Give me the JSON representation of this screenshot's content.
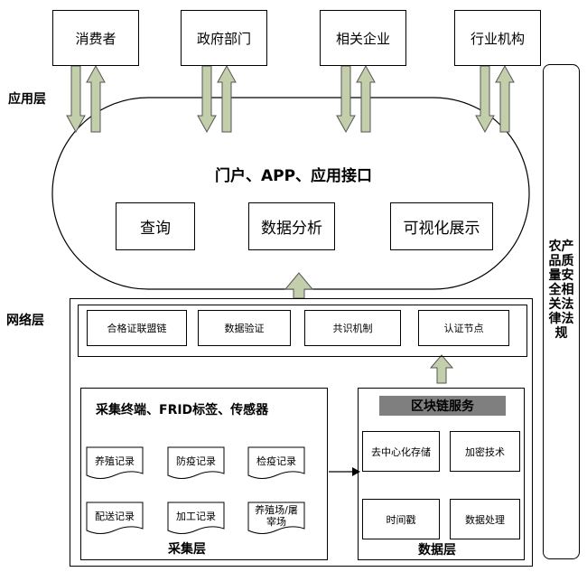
{
  "stakeholders": [
    "消费者",
    "政府部门",
    "相关企业",
    "行业机构"
  ],
  "layers": {
    "application": "应用层",
    "network": "网络层",
    "collection": "采集层",
    "data": "数据层"
  },
  "portal": {
    "title": "门户、APP、应用接口",
    "functions": [
      "查询",
      "数据分析",
      "可视化展示"
    ]
  },
  "network_nodes": [
    "合格证联盟链",
    "数据验证",
    "共识机制",
    "认证节点"
  ],
  "collection": {
    "title": "采集终端、FRID标签、传感器",
    "records": [
      "养殖记录",
      "防疫记录",
      "检疫记录",
      "配送记录",
      "加工记录",
      "养殖场/屠宰场"
    ]
  },
  "blockchain": {
    "title": "区块链服务",
    "services": [
      "去中心化存储",
      "加密技术",
      "时间戳",
      "数据处理"
    ]
  },
  "law": "农产品质量安全相关法律法规"
}
